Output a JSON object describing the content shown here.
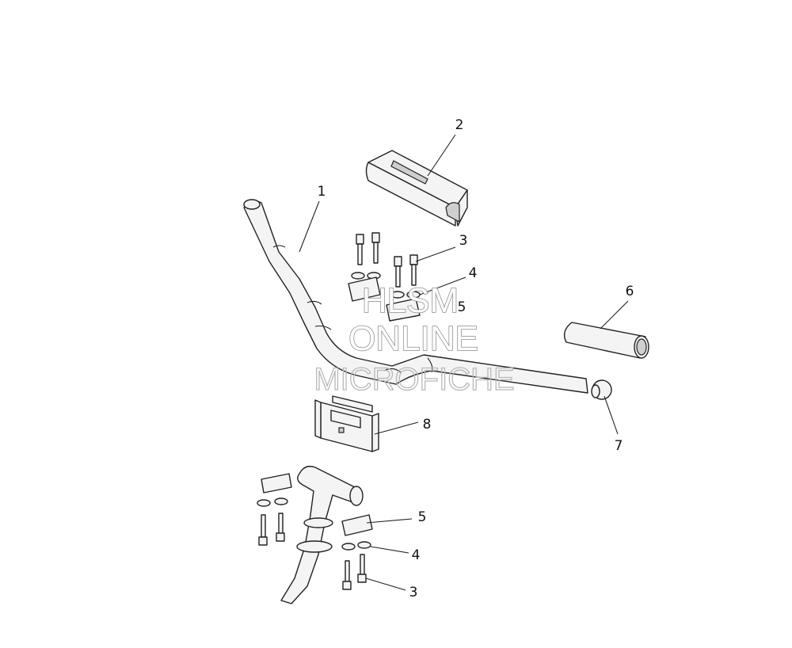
{
  "diagram": {
    "callouts": [
      {
        "id": "1",
        "label": "1"
      },
      {
        "id": "2",
        "label": "2"
      },
      {
        "id": "3a",
        "label": "3"
      },
      {
        "id": "4a",
        "label": "4"
      },
      {
        "id": "5a",
        "label": "5"
      },
      {
        "id": "6",
        "label": "6"
      },
      {
        "id": "7",
        "label": "7"
      },
      {
        "id": "8",
        "label": "8"
      },
      {
        "id": "5b",
        "label": "5"
      },
      {
        "id": "4b",
        "label": "4"
      },
      {
        "id": "3b",
        "label": "3"
      }
    ],
    "watermark": {
      "line1": "HLSM",
      "line2": "ONLINE",
      "line3": "MICROFICHE"
    }
  }
}
